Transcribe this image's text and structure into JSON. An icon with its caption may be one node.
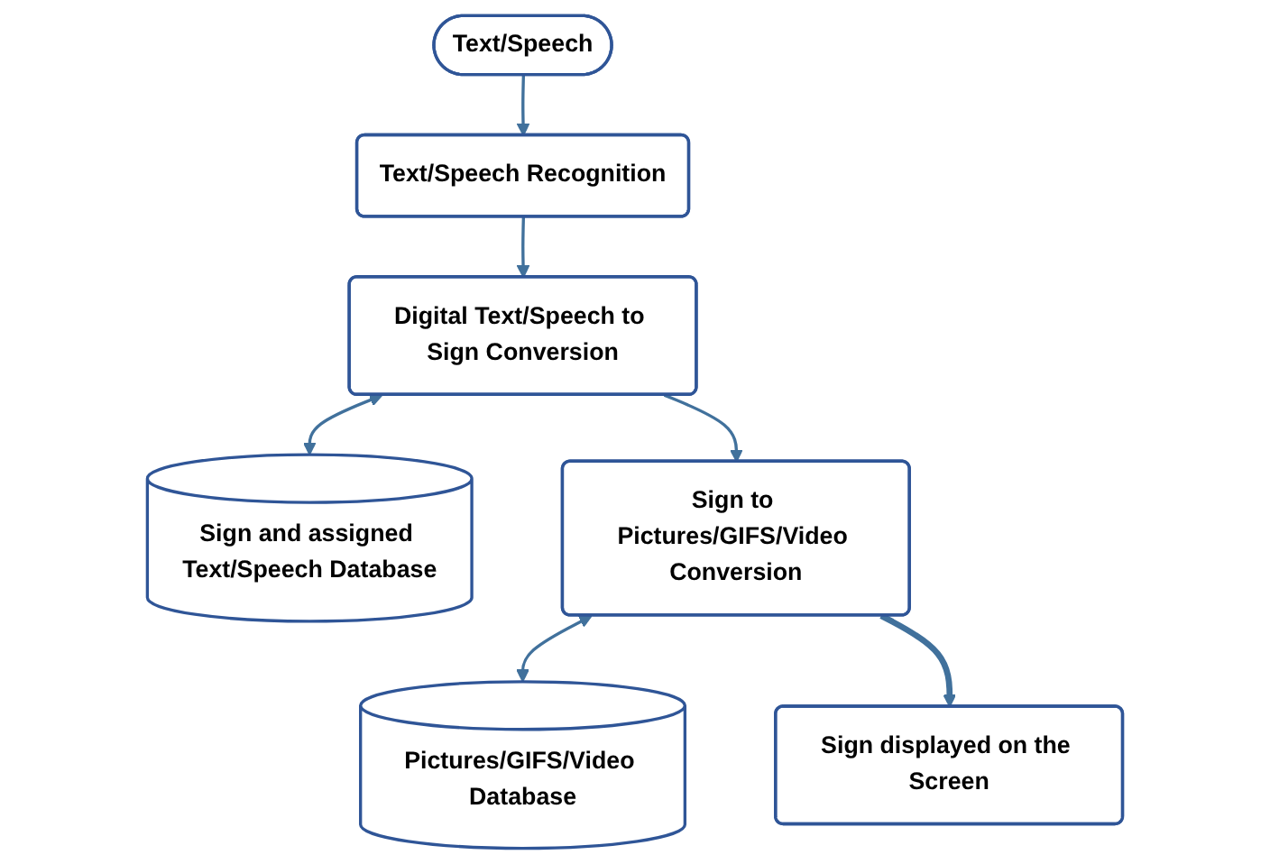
{
  "diagram": {
    "nodes": [
      {
        "text": [
          "Text/Speech"
        ]
      },
      {
        "text": [
          "Text/Speech Recognition"
        ]
      },
      {
        "text": [
          "Digital Text/Speech to Sign Conversion"
        ]
      },
      {
        "text": [
          "Sign and assigned Text/Speech Database"
        ]
      },
      {
        "text": [
          "Sign to Pictures/GIFS/Video Conversion"
        ]
      },
      {
        "text": [
          "Pictures/GIFS/Video Database"
        ]
      },
      {
        "text": [
          "Sign displayed on the Screen"
        ]
      }
    ],
    "edges": [
      {
        "from": 0,
        "to": 1,
        "arrow": "to"
      },
      {
        "from": 1,
        "to": 2,
        "arrow": "to"
      },
      {
        "from": 2,
        "to": 3,
        "arrow": "both"
      },
      {
        "from": 2,
        "to": 4,
        "arrow": "to"
      },
      {
        "from": 4,
        "to": 5,
        "arrow": "both"
      },
      {
        "from": 4,
        "to": 6,
        "arrow": "to",
        "style": "thick"
      }
    ]
  }
}
